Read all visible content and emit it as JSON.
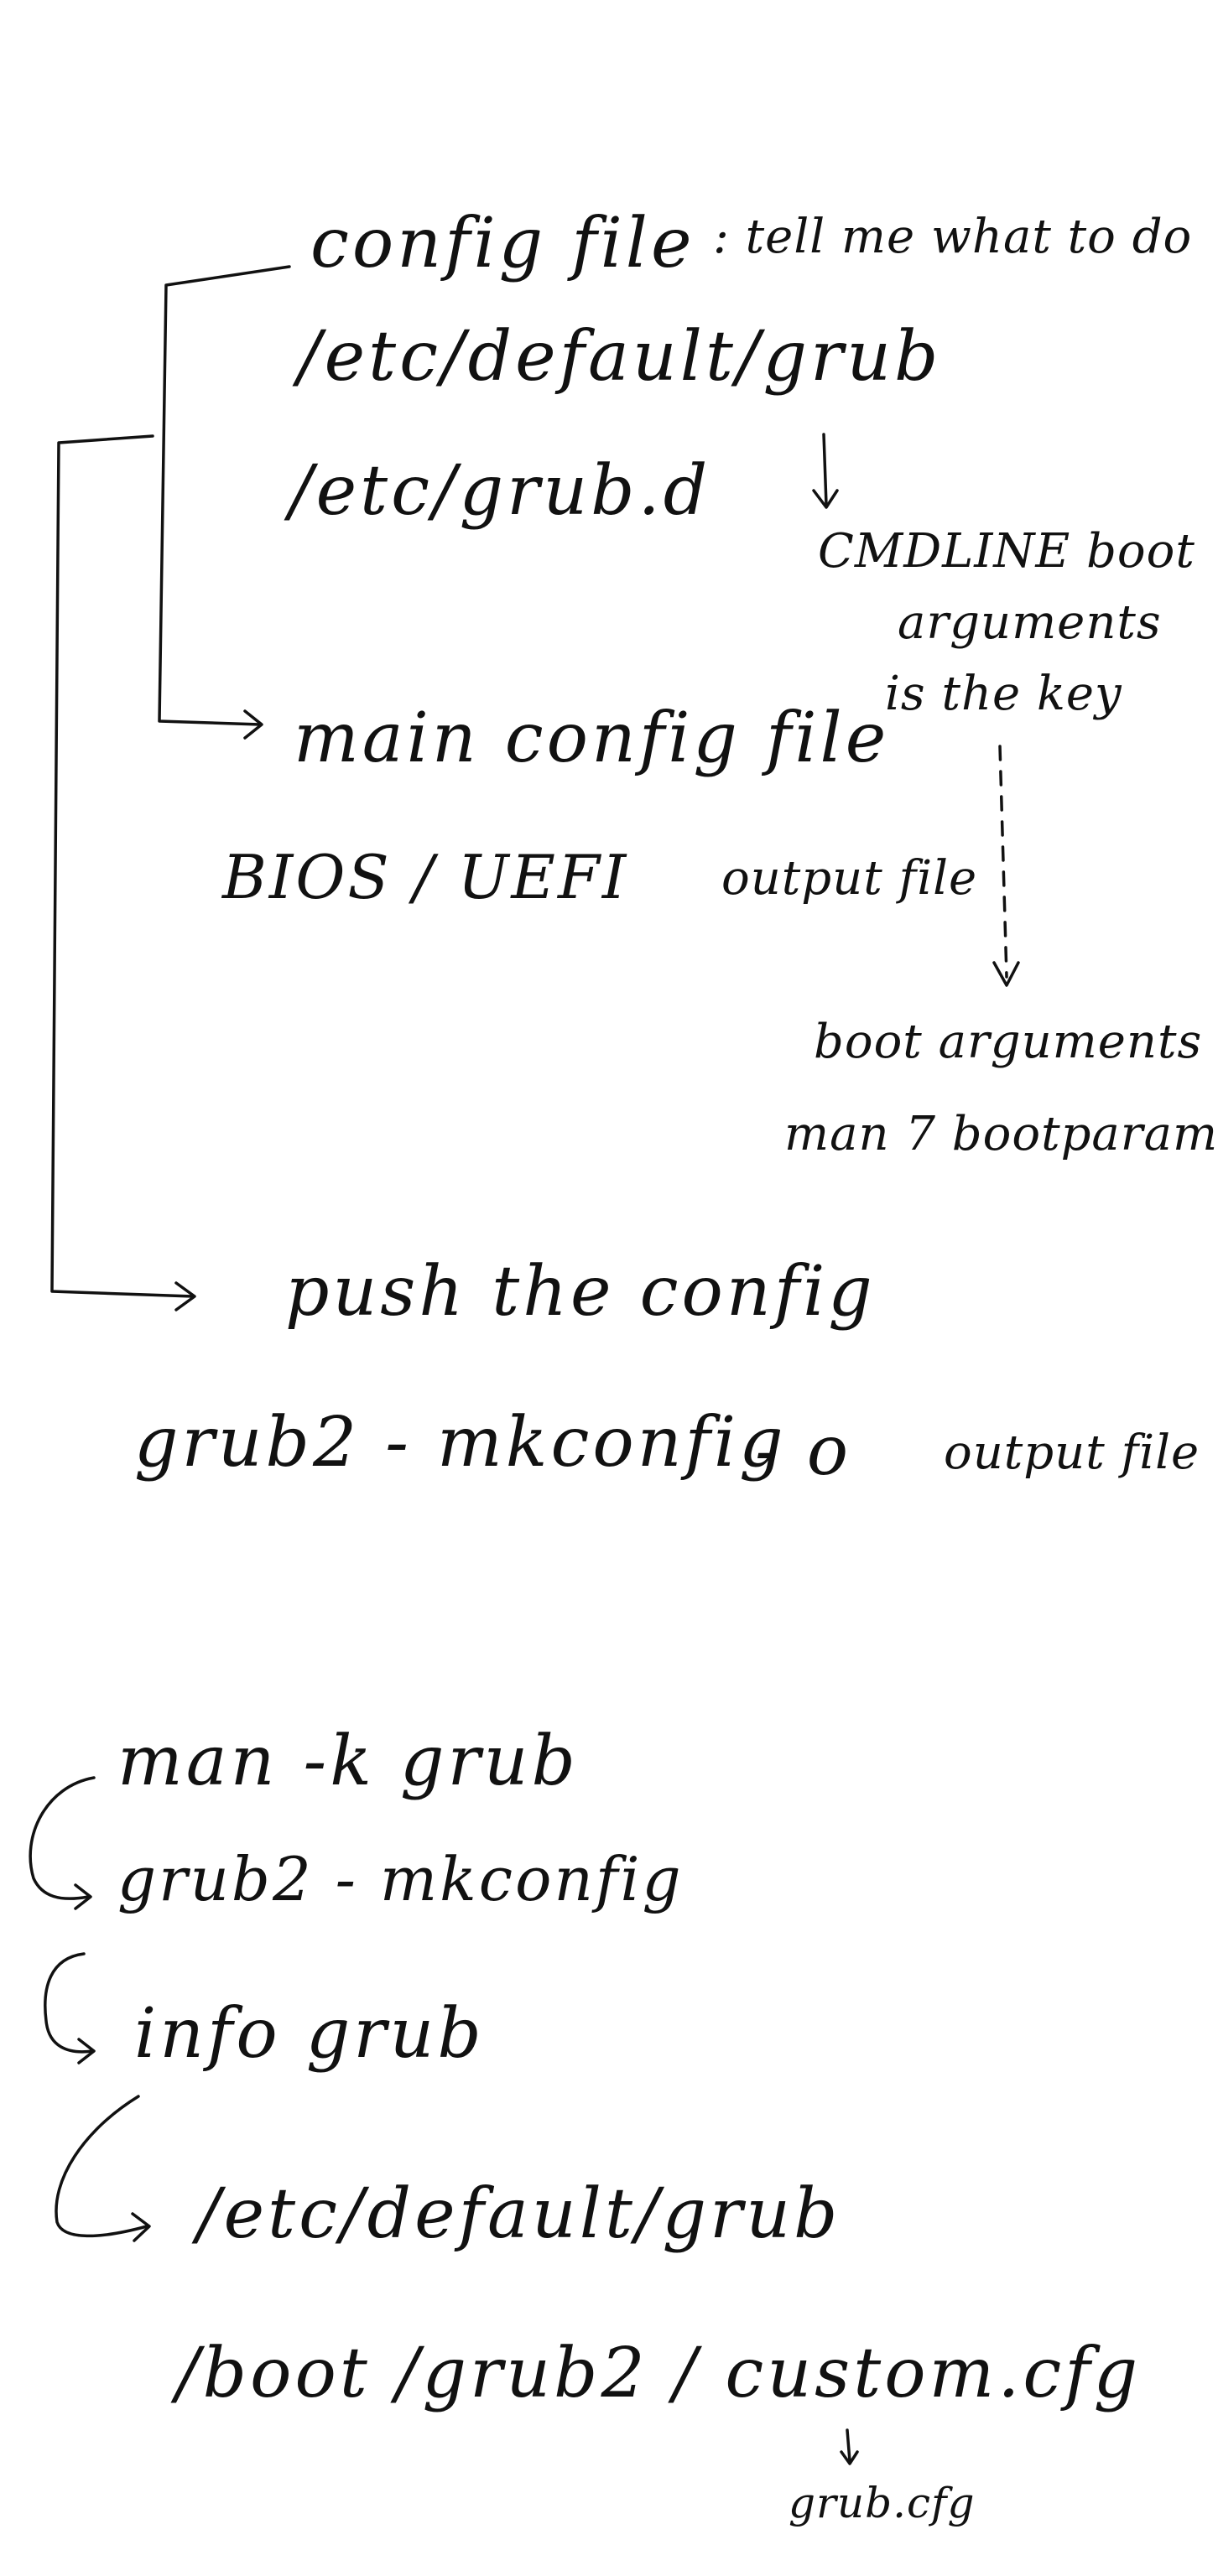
{
  "notes": {
    "config_file": "config file",
    "config_file_desc": ": tell me what to do",
    "etc_default_grub": "/etc/default/grub",
    "etc_grub_d": "/etc/grub.d",
    "cmdline": "CMDLINE boot",
    "arguments": "arguments",
    "is_the_key": "is the key",
    "main_config_file": "main config file",
    "bios_uefi": "BIOS / UEFI",
    "output_file_1": "output file",
    "boot_arguments": "boot arguments",
    "man_7_bootparam": "man 7 bootparam",
    "push_the_config": "push the config",
    "grub2_mkconfig_cmd": "grub2 - mkconfig",
    "dash_o": "- o",
    "output_file_2": "output file",
    "man_k_grub": "man -k grub",
    "grub2_mkconfig": "grub2 - mkconfig",
    "info_grub": "info grub",
    "etc_default_grub_2": "/etc/default/grub",
    "boot_grub2_custom": "/boot /grub2 / custom.cfg",
    "grub_cfg": "grub.cfg"
  },
  "colors": {
    "ink": "#111111",
    "paper": "#ffffff"
  }
}
